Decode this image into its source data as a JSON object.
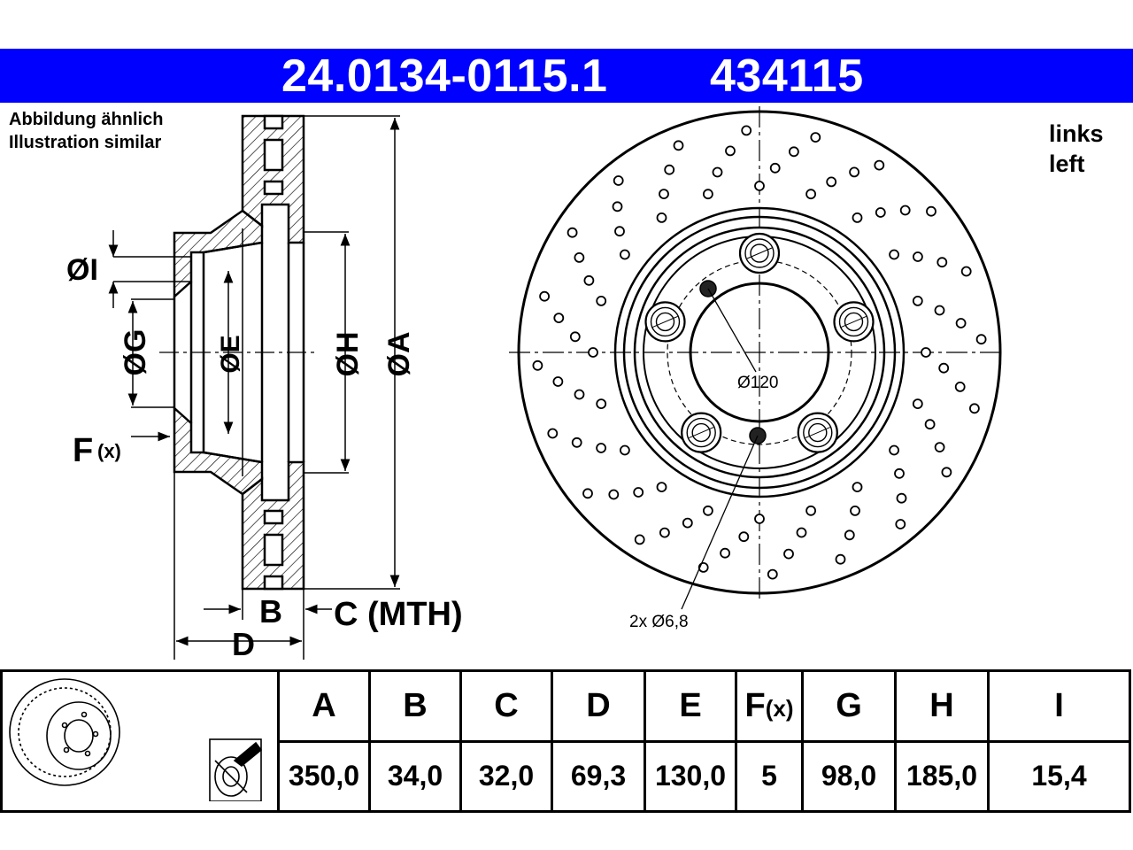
{
  "header": {
    "part_number": "24.0134-0115.1",
    "ref_number": "434115",
    "bar_color": "#0000ff"
  },
  "disclaimer": {
    "line1": "Abbildung ähnlich",
    "line2": "Illustration similar"
  },
  "side": {
    "de": "links",
    "en": "left"
  },
  "drawing_labels": {
    "dim_I": "ØI",
    "dim_G": "ØG",
    "dim_E": "ØE",
    "dim_H": "ØH",
    "dim_A": "ØA",
    "dim_F": "F",
    "dim_F_sub": "(x)",
    "dim_B": "B",
    "dim_C": "C (MTH)",
    "dim_D": "D",
    "pcd": "Ø120",
    "holes": "2x Ø6,8"
  },
  "spec_table": {
    "headers": [
      "A",
      "B",
      "C",
      "D",
      "E",
      "F",
      "G",
      "H",
      "I"
    ],
    "f_sub": "(x)",
    "values": [
      "350,0",
      "34,0",
      "32,0",
      "69,3",
      "130,0",
      "5",
      "98,0",
      "185,0",
      "15,4"
    ],
    "icons": [
      "brake-disc-thumbnail-icon",
      "min-thickness-caliper-icon"
    ]
  }
}
